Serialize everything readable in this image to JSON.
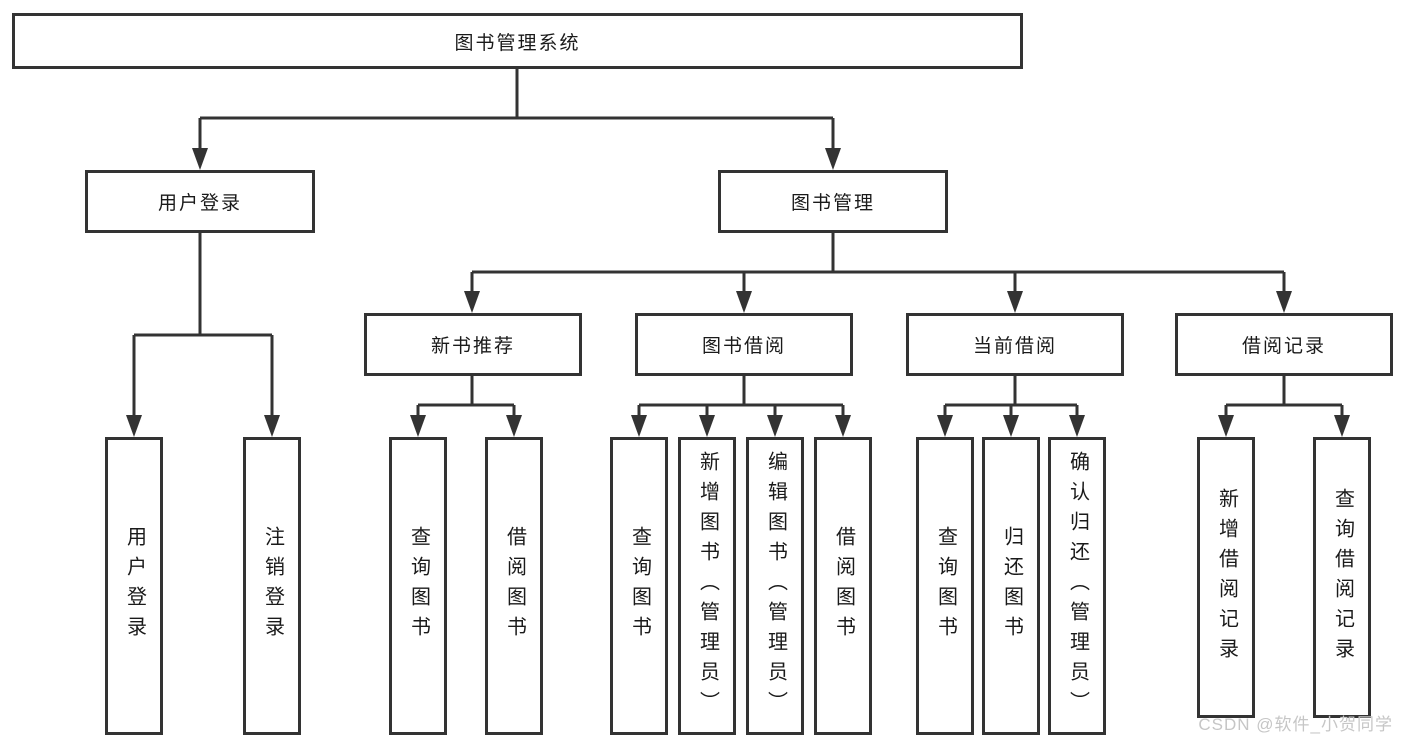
{
  "tree": {
    "label": "图书管理系统",
    "children": [
      {
        "label": "用户登录",
        "children": [
          {
            "label": "用户登录"
          },
          {
            "label": "注销登录"
          }
        ]
      },
      {
        "label": "图书管理",
        "children": [
          {
            "label": "新书推荐",
            "children": [
              {
                "label": "查询图书"
              },
              {
                "label": "借阅图书"
              }
            ]
          },
          {
            "label": "图书借阅",
            "children": [
              {
                "label": "查询图书"
              },
              {
                "label": "新增图书（管理员）"
              },
              {
                "label": "编辑图书（管理员）"
              },
              {
                "label": "借阅图书"
              }
            ]
          },
          {
            "label": "当前借阅",
            "children": [
              {
                "label": "查询图书"
              },
              {
                "label": "归还图书"
              },
              {
                "label": "确认归还（管理员）"
              }
            ]
          },
          {
            "label": "借阅记录",
            "children": [
              {
                "label": "新增借阅记录"
              },
              {
                "label": "查询借阅记录"
              }
            ]
          }
        ]
      }
    ]
  },
  "watermark": {
    "text": "CSDN @软件_小贺同学"
  },
  "colors": {
    "line": "#333333",
    "text": "#1a1a1a",
    "background": "#ffffff",
    "watermark": "#c6c6c6"
  }
}
